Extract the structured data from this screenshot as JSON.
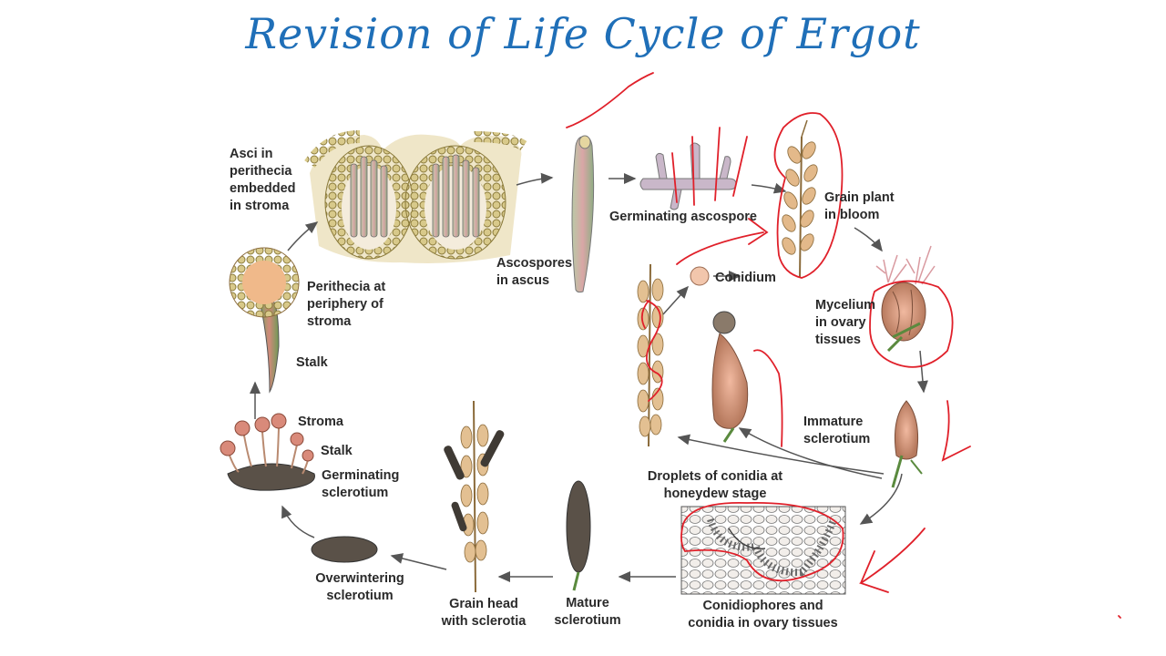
{
  "title": "Revision of Life Cycle of Ergot",
  "labels": {
    "asci": [
      "Asci in",
      "perithecia",
      "embedded",
      "in stroma"
    ],
    "ascospores": [
      "Ascospores",
      "in ascus"
    ],
    "germinating_ascospore": "Germinating ascospore",
    "grain_plant": [
      "Grain plant",
      "in bloom"
    ],
    "perithecia_periphery": [
      "Perithecia at",
      "periphery of",
      "stroma"
    ],
    "stalk_top": "Stalk",
    "conidium": "Conidium",
    "mycelium": [
      "Mycelium",
      "in ovary",
      "tissues"
    ],
    "stroma": "Stroma",
    "stalk_bottom": "Stalk",
    "germinating_sclerotium": [
      "Germinating",
      "sclerotium"
    ],
    "immature_sclerotium": [
      "Immature",
      "sclerotium"
    ],
    "droplets": [
      "Droplets of conidia at",
      "honeydew stage"
    ],
    "overwintering": [
      "Overwintering",
      "sclerotium"
    ],
    "grain_head": [
      "Grain head",
      "with sclerotia"
    ],
    "mature_sclerotium": [
      "Mature",
      "sclerotium"
    ],
    "conidiophores": [
      "Conidiophores and",
      "conidia in ovary tissues"
    ]
  },
  "colors": {
    "title": "#1f6fb8",
    "annotation": "#e0202a",
    "arrow": "#555555",
    "stroma_cell": "#c9b46a",
    "sclerotium": "#5a5148"
  }
}
